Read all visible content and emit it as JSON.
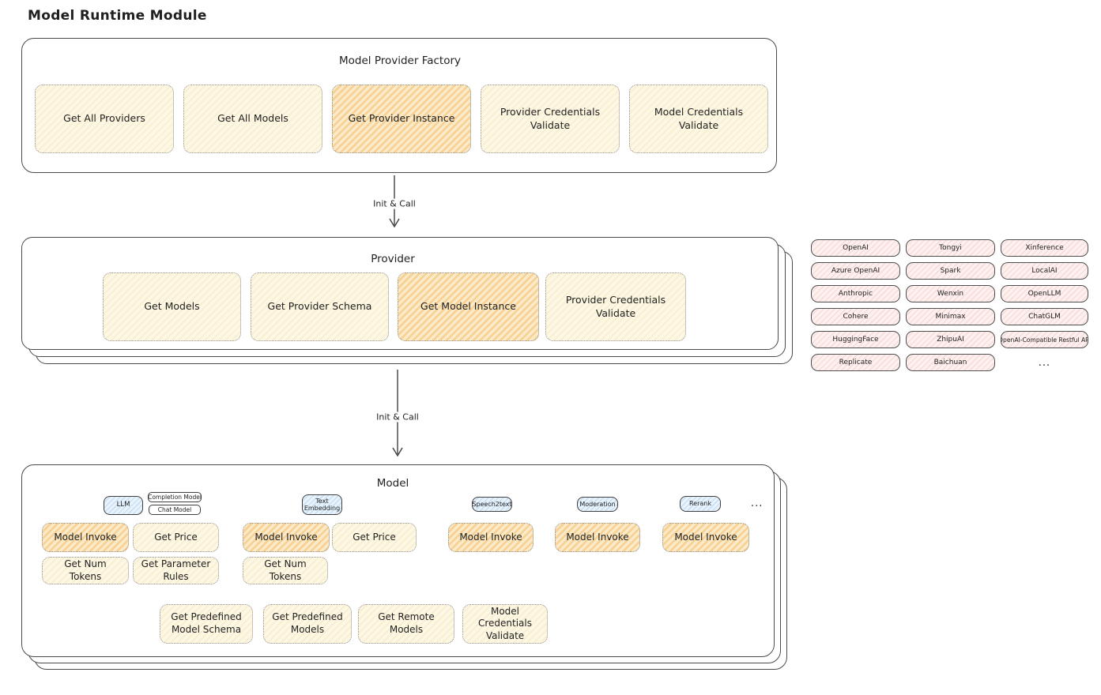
{
  "title": "Model Runtime Module",
  "factory": {
    "title": "Model Provider Factory",
    "boxes": [
      {
        "label": "Get All Providers",
        "highlight": false
      },
      {
        "label": "Get All Models",
        "highlight": false
      },
      {
        "label": "Get Provider Instance",
        "highlight": true
      },
      {
        "label": "Provider Credentials Validate",
        "highlight": false
      },
      {
        "label": "Model Credentials Validate",
        "highlight": false
      }
    ]
  },
  "arrows": {
    "first_label": "Init & Call",
    "second_label": "Init & Call"
  },
  "provider": {
    "title": "Provider",
    "boxes": [
      {
        "label": "Get Models",
        "highlight": false
      },
      {
        "label": "Get Provider Schema",
        "highlight": false
      },
      {
        "label": "Get Model Instance",
        "highlight": true
      },
      {
        "label": "Provider Credentials Validate",
        "highlight": false
      }
    ]
  },
  "providers_list": {
    "items": [
      "OpenAI",
      "Tongyi",
      "Xinference",
      "Azure OpenAI",
      "Spark",
      "LocalAI",
      "Anthropic",
      "Wenxin",
      "OpenLLM",
      "Cohere",
      "Minimax",
      "ChatGLM",
      "HuggingFace",
      "ZhipuAI",
      "OpenAI-Compatible Restful API",
      "Replicate",
      "Baichuan"
    ],
    "ellipsis": "..."
  },
  "model": {
    "title": "Model",
    "tabs": {
      "llm": "LLM",
      "completion": "Completion Model",
      "chat": "Chat Model",
      "text_embedding": "Text Embedding",
      "speech2text": "Speech2text",
      "moderation": "Moderation",
      "rerank": "Rerank",
      "ellipsis": "..."
    },
    "ops": {
      "row1": [
        "Model Invoke",
        "Get Price",
        "Model Invoke",
        "Get Price",
        "Model Invoke",
        "Model Invoke",
        "Model Invoke"
      ],
      "row2": [
        "Get Num Tokens",
        "Get Parameter Rules",
        "Get Num Tokens"
      ],
      "row3": [
        "Get Predefined Model Schema",
        "Get Predefined Models",
        "Get Remote Models",
        "Model Credentials Validate"
      ]
    }
  },
  "colors": {
    "node_light": "#fdf8e6",
    "node_highlight_hatch": "#f2aa46",
    "provider_chip": "#fdf1f0",
    "model_type_tab": "#e9f3fb",
    "border_dark": "#4a4a4a"
  }
}
